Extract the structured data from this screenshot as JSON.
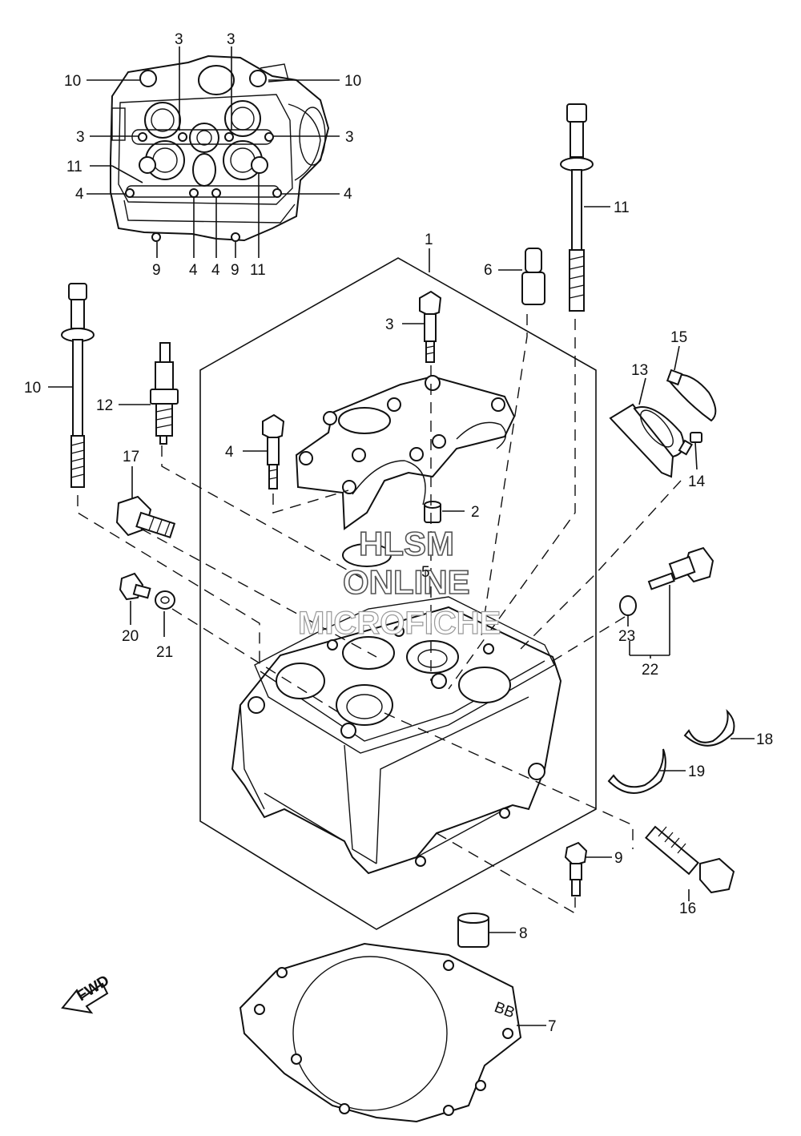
{
  "diagram": {
    "watermark": [
      "HLSM",
      "ONLINE",
      "MICROFICHE"
    ],
    "fwd_label": "FWD",
    "gasket_stamp": "BB",
    "callouts": [
      {
        "id": "inset-10-left",
        "label": "10"
      },
      {
        "id": "inset-10-right",
        "label": "10"
      },
      {
        "id": "inset-3-top-a",
        "label": "3"
      },
      {
        "id": "inset-3-top-b",
        "label": "3"
      },
      {
        "id": "inset-3-left",
        "label": "3"
      },
      {
        "id": "inset-3-right",
        "label": "3"
      },
      {
        "id": "inset-11-left",
        "label": "11"
      },
      {
        "id": "inset-4-left",
        "label": "4"
      },
      {
        "id": "inset-4-right",
        "label": "4"
      },
      {
        "id": "inset-9-a",
        "label": "9"
      },
      {
        "id": "inset-4-bottom-a",
        "label": "4"
      },
      {
        "id": "inset-4-bottom-b",
        "label": "4"
      },
      {
        "id": "inset-9-b",
        "label": "9"
      },
      {
        "id": "inset-11-bottom",
        "label": "11"
      },
      {
        "id": "part-1",
        "label": "1"
      },
      {
        "id": "part-2",
        "label": "2"
      },
      {
        "id": "part-3",
        "label": "3"
      },
      {
        "id": "part-4",
        "label": "4"
      },
      {
        "id": "part-5",
        "label": "5"
      },
      {
        "id": "part-6",
        "label": "6"
      },
      {
        "id": "part-7",
        "label": "7"
      },
      {
        "id": "part-8",
        "label": "8"
      },
      {
        "id": "part-9",
        "label": "9"
      },
      {
        "id": "part-10",
        "label": "10"
      },
      {
        "id": "part-11",
        "label": "11"
      },
      {
        "id": "part-12",
        "label": "12"
      },
      {
        "id": "part-13",
        "label": "13"
      },
      {
        "id": "part-14",
        "label": "14"
      },
      {
        "id": "part-15",
        "label": "15"
      },
      {
        "id": "part-16",
        "label": "16"
      },
      {
        "id": "part-17",
        "label": "17"
      },
      {
        "id": "part-18",
        "label": "18"
      },
      {
        "id": "part-19",
        "label": "19"
      },
      {
        "id": "part-20",
        "label": "20"
      },
      {
        "id": "part-21",
        "label": "21"
      },
      {
        "id": "part-22",
        "label": "22"
      },
      {
        "id": "part-23",
        "label": "23"
      }
    ]
  }
}
